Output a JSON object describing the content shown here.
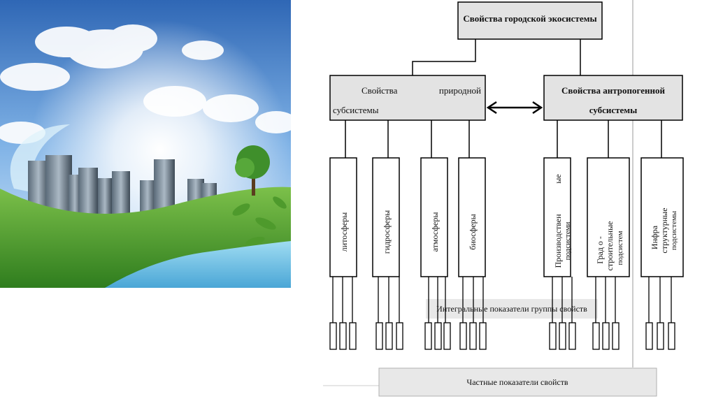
{
  "diagram": {
    "top_box": "Свойства городской экосистемы",
    "natural": {
      "line1_a": "Свойства",
      "line1_b": "природной",
      "line2": "субсистемы"
    },
    "anthropogenic": {
      "line1": "Свойства антропогенной",
      "line2": "субсистемы"
    },
    "natural_items": [
      "литосферы",
      "гидросферы",
      "атмосферы",
      "биосферы"
    ],
    "anthro_items": [
      {
        "line1": "ые",
        "line2": "Производствен",
        "line3": "подсистеми"
      },
      {
        "line1": "Град   о -",
        "line2": "строительные",
        "line3": "подсистем"
      },
      {
        "line1": "Инфра",
        "line2": "структурные",
        "line3": "подсистемы"
      }
    ],
    "integral_label": "Интегральные показатели группы свойств",
    "private_label": "Частные показатели свойств"
  },
  "colors": {
    "box_fill": "#e3e3e3",
    "line": "#000000",
    "label_fill": "#e8e8e8"
  }
}
